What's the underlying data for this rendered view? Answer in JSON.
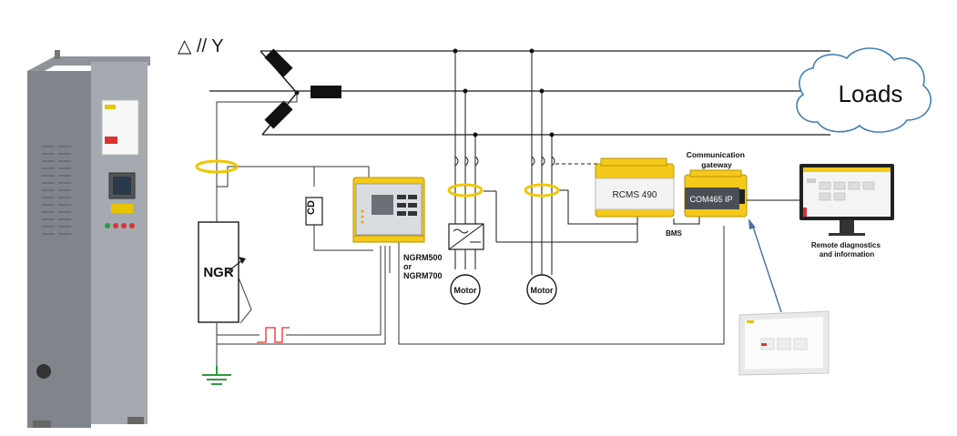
{
  "transformer_label": "△ // Y",
  "loads_label": "Loads",
  "ngr_label": "NGR",
  "cd_label": "CD",
  "device_label": "NGRM500\nor\nNGRM700",
  "rcms_label": "RCMS 490",
  "com_label": "COM465 IP",
  "gateway_label": "Communication\ngateway",
  "bms_label": "BMS",
  "motor1_label": "Motor",
  "motor2_label": "Motor",
  "remote_label": "Remote diagnostics\nand information",
  "colors": {
    "line": "#1a1a1a",
    "wire": "#6b6b6b",
    "ct_ring": "#f2c500",
    "device_yellow": "#f4c91a",
    "ground": "#2f9a3a",
    "arrow": "#4a6fa5",
    "pulse": "#e0302a",
    "cabinet": "#9aa0a6"
  }
}
